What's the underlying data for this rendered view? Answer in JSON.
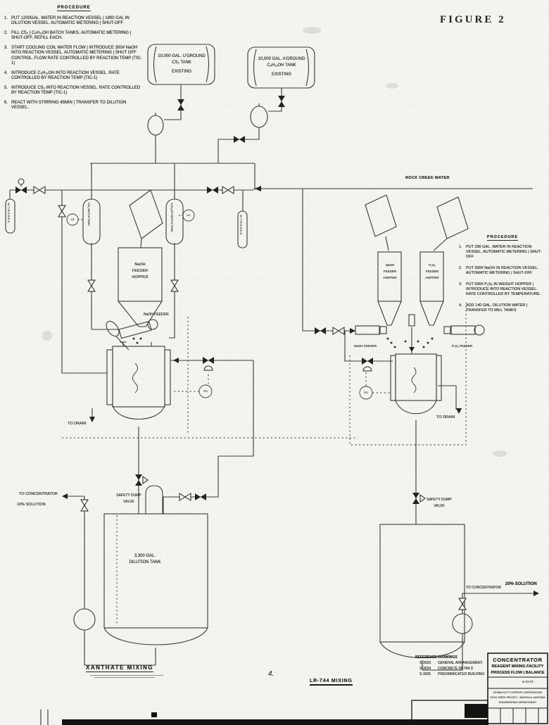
{
  "figure_label": "FIGURE 2",
  "left_procedure": {
    "title": "PROCEDURE",
    "items": [
      {
        "num": "1.",
        "text": "PUT 1200GAL. WATER IN REACTION VESSEL | 1900 GAL IN DILUTION VESSEL. AUTOMATIC METERING | SHUT-OFF"
      },
      {
        "num": "2.",
        "text": "FILL CS₂ | C₅H₁₁OH BATCH TANKS. AUTOMATIC METERING | SHUT-OFF, REFILL EACH."
      },
      {
        "num": "3.",
        "text": "START COOLING COIL WATER FLOW | INTRODUCE 300# NaOH INTO REACTION VESSEL. AUTOMATIC METERING | SHUT OFF CONTROL. FLOW RATE CONTROLLED BY REACTION TEMP (TIC-1)"
      },
      {
        "num": "4.",
        "text": "INTRODUCE C₅H₁₁OH INTO REACTION VESSEL. RATE CONTROLLED BY REACTION TEMP (TIC-1)"
      },
      {
        "num": "5.",
        "text": "INTRODUCE CS₂ INTO REACTION VESSEL. RATE CONTROLLED BY REACTION TEMP (TIC-1)"
      },
      {
        "num": "6.",
        "text": "REACT WITH STIRRING 45MIN | TRANSFER TO DILUTION VESSEL."
      }
    ]
  },
  "right_procedure": {
    "title": "PROCEDURE",
    "items": [
      {
        "num": "1.",
        "text": "PUT 290 GAL. WATER IN REACTION VESSEL. AUTOMATIC METERING | SHUT-OFF"
      },
      {
        "num": "2.",
        "text": "PUT 300# NaOH IN REACTION VESSEL. AUTOMATIC METERING | SHUT-OFF"
      },
      {
        "num": "3.",
        "text": "PUT 500# P₂S₅ IN WEIGHT HOPPER | INTRODUCE INTO REACTION VESSEL. RATE CONTROLLED BY TEMPERATURE."
      },
      {
        "num": "4.",
        "text": "ADD 140 GAL. DILUTION WATER | TRANSFER TO MILL TANKS"
      }
    ]
  },
  "tanks": {
    "cs2": {
      "line1": "10,000 GAL. U'GROUND",
      "line2": "CS₂ TANK",
      "line3": "EXISTING"
    },
    "amyl": {
      "line1": "10,000 GAL. A'GROUND",
      "line2": "C₅H₁₁OH TANK",
      "line3": "EXISTING"
    },
    "dilution": {
      "line1": "3,300 GAL.",
      "line2": "DILUTION TANK"
    }
  },
  "hoppers": {
    "left_naoh": {
      "line1": "NaOH",
      "line2": "FEEDER",
      "line3": "HOPPER"
    },
    "right_naoh": {
      "line1": "NaOH",
      "line2": "FEEDER",
      "line3": "HOPPER"
    },
    "right_p2s5": {
      "line1": "P₂S₅",
      "line2": "FEEDER",
      "line3": "HOPPER"
    }
  },
  "labels": {
    "rock_creek_water": "ROCK CREEK WATER",
    "naoh_feeder_left": "NaOH FEEDER",
    "naoh_feeder_right": "NaOH FEEDER",
    "p2s5_feeder": "P₂S₅ FEEDER",
    "to_drain_left": "TO DRAIN",
    "to_drain_right": "TO DRAIN",
    "to_concentrator_left": "TO CONCENTRATOR",
    "solution_10": "10% SOLUTION",
    "safety_dump_1a": "SAFETY DUMP",
    "safety_dump_1b": "VALVE",
    "safety_dump_2a": "SAFETY DUMP",
    "safety_dump_2b": "VALVE",
    "to_concentrator_right": "TO CONCENTRATOR",
    "solution_20": "20% SOLUTION",
    "xanthate_mixing": "XANTHATE  MIXING",
    "lr744_mixing": "LR-744 MIXING",
    "nitrogen_1": "NITROGEN",
    "nitrogen_2": "NITROGEN",
    "batch_tank_1": "CS₂ BATCH TANK",
    "batch_tank_2": "C₅H₁₁OH BATCH TANK",
    "inst_ls": "LS",
    "inst_lc": "LC",
    "inst_tic_left": "TIC",
    "inst_tic_right": "TIC",
    "handwritten_mark": "4."
  },
  "title_block": {
    "reference_title": "REFERENCE DRAWINGS",
    "refs": [
      {
        "no": "S-3033",
        "name": "GENERAL ARRANGEMENT"
      },
      {
        "no": "S-3034",
        "name": "CONCRETE DETAILS"
      },
      {
        "no": "S-3035",
        "name": "PREFABRICATED BUILDING"
      }
    ],
    "title1": "CONCENTRATOR",
    "title2": "REAGENT MIXING FACILITY",
    "title3": "PROCESS FLOW | BALANCE",
    "date_line": "6-13-73",
    "company1": "KENNECOTT COPPER CORPORATION",
    "company2": "ROCK CREEK PROJECT - MISSOULA, MONTANA",
    "company3": "ENGINEERING DEPARTMENT"
  }
}
